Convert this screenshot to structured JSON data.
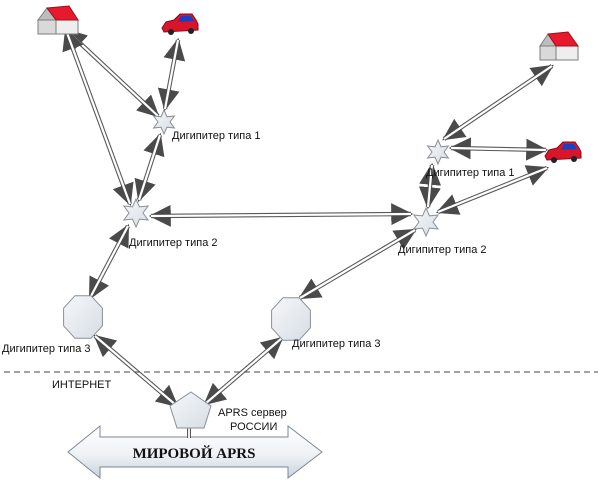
{
  "diagram": {
    "nodes": {
      "house_left": {
        "kind": "house"
      },
      "car_left": {
        "kind": "car"
      },
      "house_right": {
        "kind": "house"
      },
      "car_right": {
        "kind": "car"
      },
      "digi1_left": {
        "kind": "star",
        "label": "Дигипитер типа 1"
      },
      "digi2_left": {
        "kind": "star",
        "label": "Дигипитер типа 2"
      },
      "digi1_right": {
        "kind": "star",
        "label": "Дигипитер типа 1"
      },
      "digi2_right": {
        "kind": "star",
        "label": "Дигипитер типа 2"
      },
      "digi3_left": {
        "kind": "octagon",
        "label": "Дигипитер типа 3"
      },
      "digi3_right": {
        "kind": "octagon",
        "label": "Дигипитер типа 3"
      },
      "server": {
        "kind": "pentagon",
        "label_line1": "APRS сервер",
        "label_line2": "РОССИИ"
      }
    },
    "internet_label": "ИНТЕРНЕТ",
    "world_banner": "МИРОВОЙ APRS",
    "colors": {
      "roof": "#e8192c",
      "wall": "#dcdcdc",
      "car_body": "#d8152a",
      "car_window": "#1f3fbf",
      "node_fill": "#e8ecf1",
      "link": "#5a5a5a"
    }
  }
}
